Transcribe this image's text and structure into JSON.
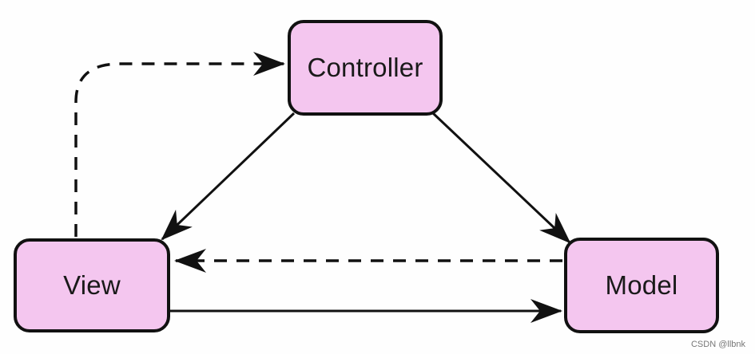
{
  "diagram": {
    "nodes": {
      "controller": {
        "label": "Controller"
      },
      "view": {
        "label": "View"
      },
      "model": {
        "label": "Model"
      }
    },
    "edges": [
      {
        "from": "view",
        "to": "controller",
        "style": "dashed"
      },
      {
        "from": "controller",
        "to": "view",
        "style": "solid"
      },
      {
        "from": "controller",
        "to": "model",
        "style": "solid"
      },
      {
        "from": "model",
        "to": "view",
        "style": "dashed"
      },
      {
        "from": "view",
        "to": "model",
        "style": "solid"
      }
    ],
    "colors": {
      "node_fill": "#f4c6ef",
      "node_border": "#111111",
      "edge": "#111111"
    }
  },
  "watermark": "CSDN @llbnk"
}
